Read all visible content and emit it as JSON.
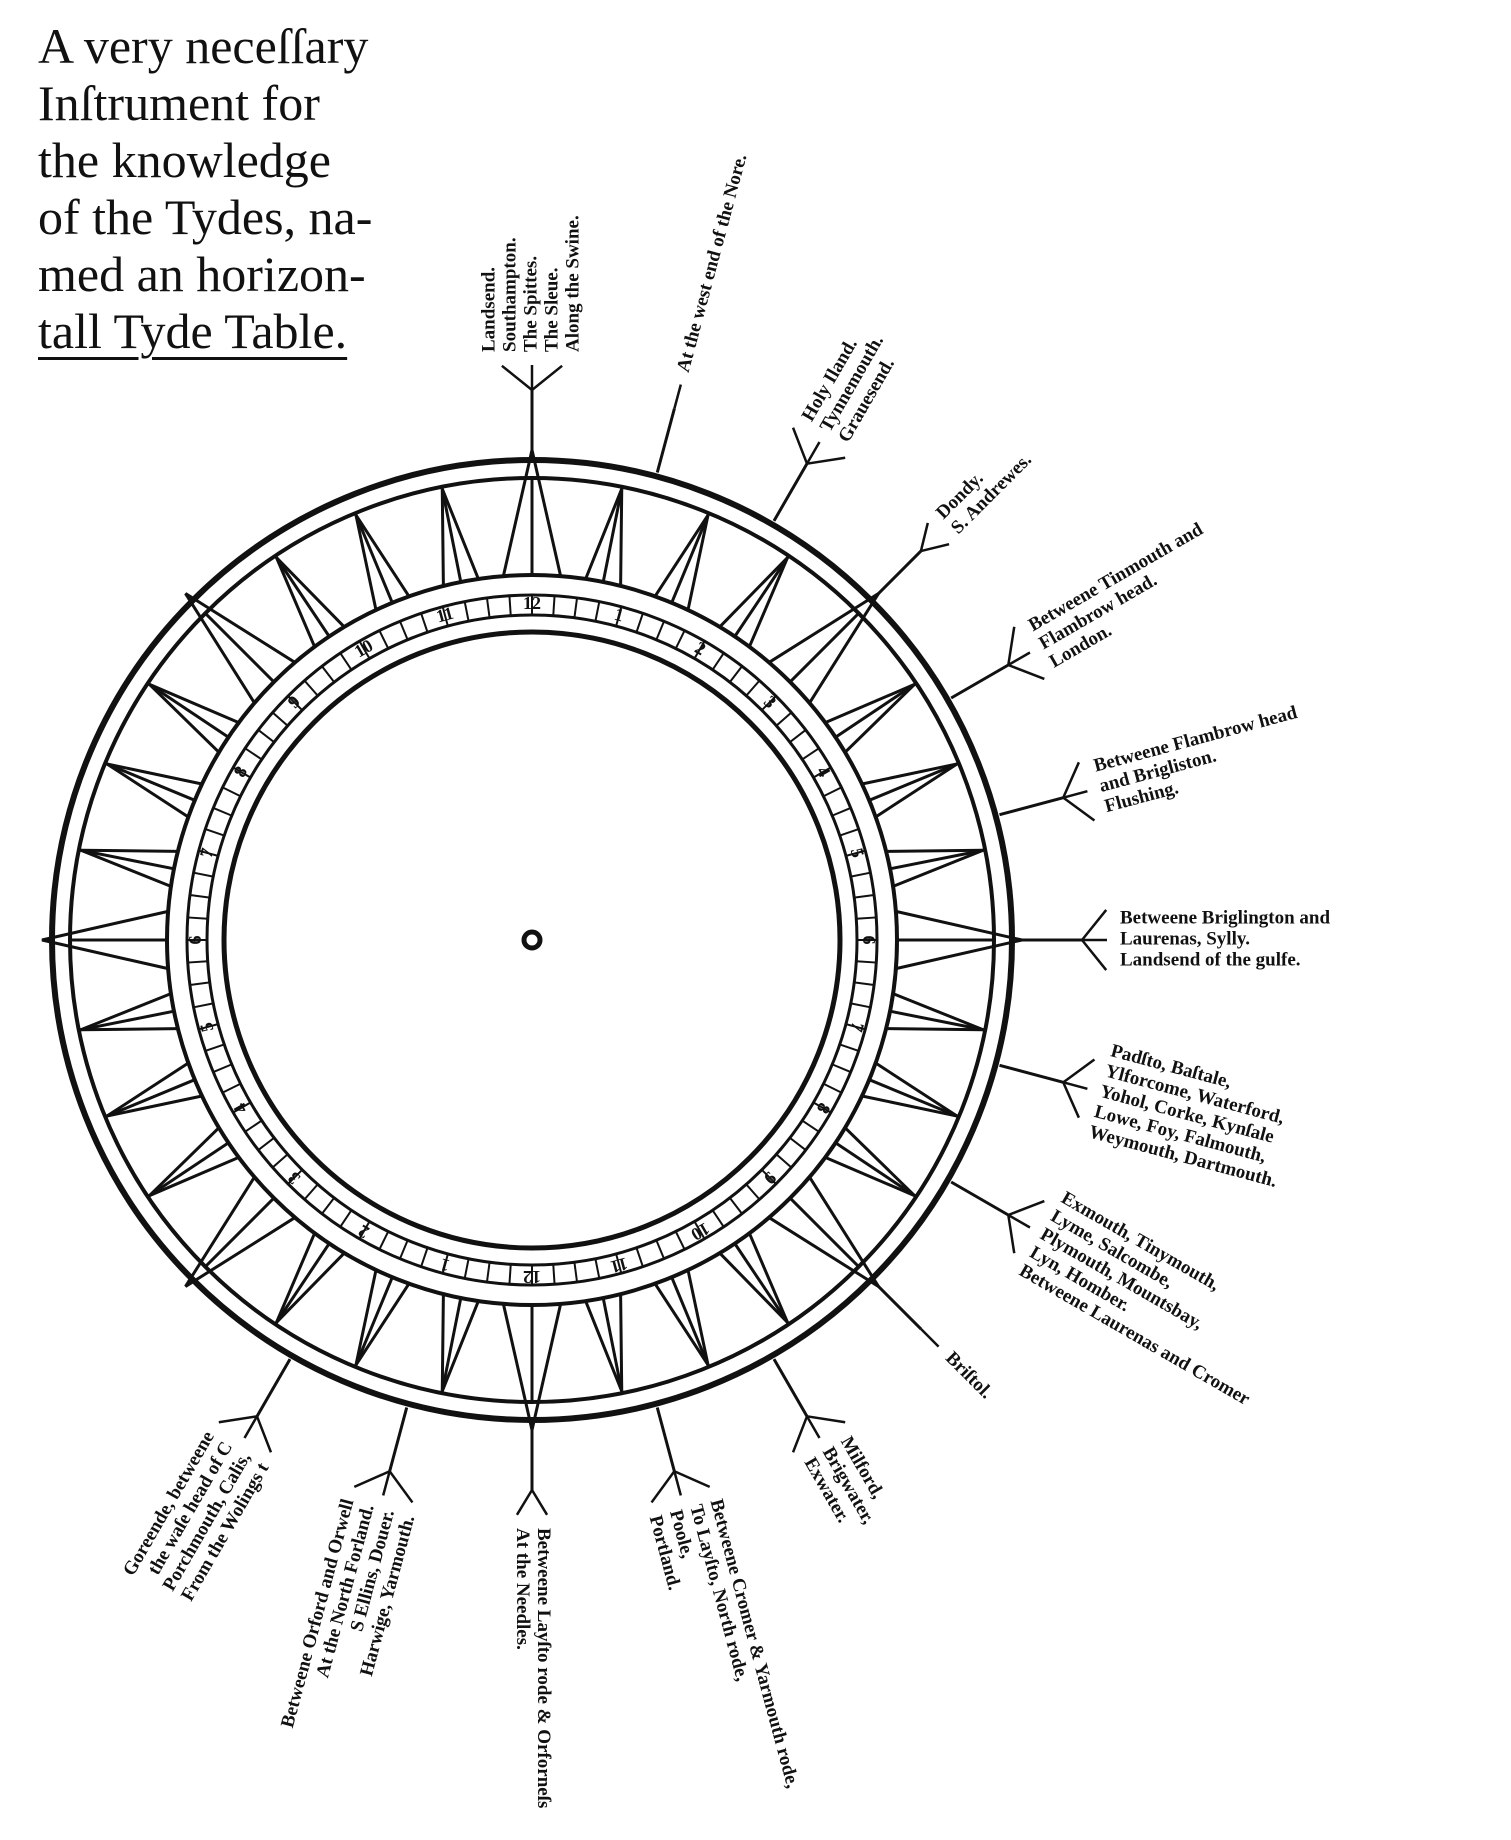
{
  "title": {
    "lines": [
      "A very neceſſary",
      "Inſtrument for",
      "the knowledge",
      "of the Tydes, na-",
      "med an horizon-",
      "tall Tyde Table."
    ]
  },
  "ring_numbers": [
    "12",
    "1",
    "2",
    "3",
    "4",
    "5",
    "6",
    "7",
    "8",
    "9",
    "10",
    "11",
    "12",
    "1",
    "2",
    "3",
    "4",
    "5",
    "6",
    "7",
    "8",
    "9",
    "10",
    "11"
  ],
  "spokes": [
    {
      "angle": -90,
      "lines": [
        "Landsend.",
        "Southampton.",
        "The Spittes.",
        "The Sleue.",
        "Along the Swine."
      ]
    },
    {
      "angle": -75,
      "lines": [
        "At the west end of the Nore."
      ]
    },
    {
      "angle": -60,
      "lines": [
        "Holy Iland.",
        "Tynnemouth.",
        "Grauesend."
      ]
    },
    {
      "angle": -45,
      "lines": [
        "Dondy.",
        "S. Andrewes."
      ]
    },
    {
      "angle": -30,
      "lines": [
        "Betweene Tinmouth and",
        "Flambrow head.",
        "London."
      ]
    },
    {
      "angle": -15,
      "lines": [
        "Betweene Flambrow head",
        "and Brigliston.",
        "Flushing."
      ]
    },
    {
      "angle": 0,
      "lines": [
        "Betweene Briglington and",
        "Laurenas, Sylly.",
        "Landsend of the gulfe."
      ]
    },
    {
      "angle": 15,
      "lines": [
        "Padſto, Baſtale,",
        "Ylforcome, Waterford,",
        "Yohol, Corke, Kynſale",
        "Lowe, Foy, Falmouth,",
        "Weymouth, Dartmouth."
      ]
    },
    {
      "angle": 30,
      "lines": [
        "Exmouth, Tinymouth,",
        "Lyme, Salcombe,",
        "Plymouth, Mountsbay,",
        "Lyn, Homber.",
        "Betweene Laurenas and Cromer"
      ]
    },
    {
      "angle": 45,
      "lines": [
        "Briſtol."
      ]
    },
    {
      "angle": 60,
      "lines": [
        "Milford,",
        "Brigwater,",
        "Exwater."
      ]
    },
    {
      "angle": 75,
      "lines": [
        "Betweene Cromer & Yarmouth rode,",
        "To Layſto, North rode,",
        "Poole,",
        "Portland."
      ]
    },
    {
      "angle": 90,
      "lines": [
        "Betweene Layſto rode & Orforneſs",
        "At the Needles."
      ]
    },
    {
      "angle": 105,
      "lines": [
        "Betweene Orford and Orwell",
        "At the North Forland.",
        "S Ellins, Douer.",
        "Harwige, Yarmouth."
      ]
    },
    {
      "angle": 120,
      "lines": [
        "Goreende, betweene",
        "the waſe head of C",
        "Porchmouth, Calis,",
        "From the Wolings t"
      ]
    }
  ]
}
